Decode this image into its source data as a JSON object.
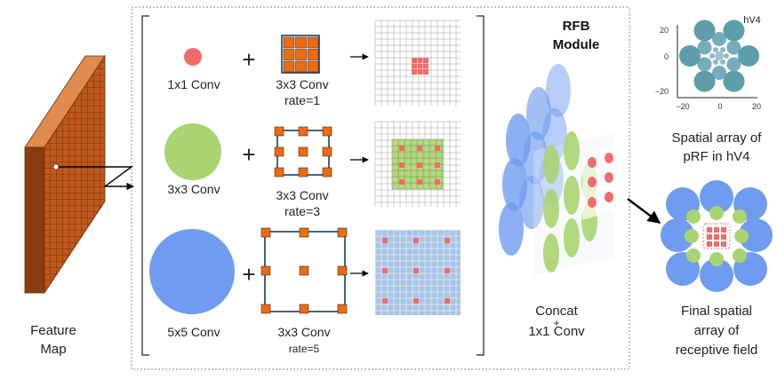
{
  "module_title": [
    "RFB",
    "Module"
  ],
  "feature_map_label": [
    "Feature",
    "Map"
  ],
  "rows": [
    {
      "conv_label": "1x1 Conv",
      "dilated_label": [
        "3x3 Conv",
        "rate=1"
      ]
    },
    {
      "conv_label": "3x3 Conv",
      "dilated_label": [
        "3x3 Conv",
        "rate=3"
      ]
    },
    {
      "conv_label": "5x5 Conv",
      "dilated_label": [
        "3x3 Conv",
        "rate=5"
      ]
    }
  ],
  "plus_symbol": "+",
  "concat_label": [
    "Concat",
    "+",
    "1x1 Conv"
  ],
  "hv4_plot": {
    "series_label": "hV4",
    "x_ticks": [
      "−20",
      "0",
      "20"
    ],
    "y_ticks": [
      "20",
      "0",
      "−20"
    ],
    "caption": [
      "Spatial array of",
      "pRF in hV4"
    ]
  },
  "final_caption": [
    "Final spatial",
    "array of",
    "receptive field"
  ],
  "colors": {
    "brick": "#c0581d",
    "orange": "#f06a0e",
    "red_dot": "#f26b6b",
    "green": "#a9d46f",
    "blue": "#6f9cf0",
    "teal": "#5e9daa"
  }
}
